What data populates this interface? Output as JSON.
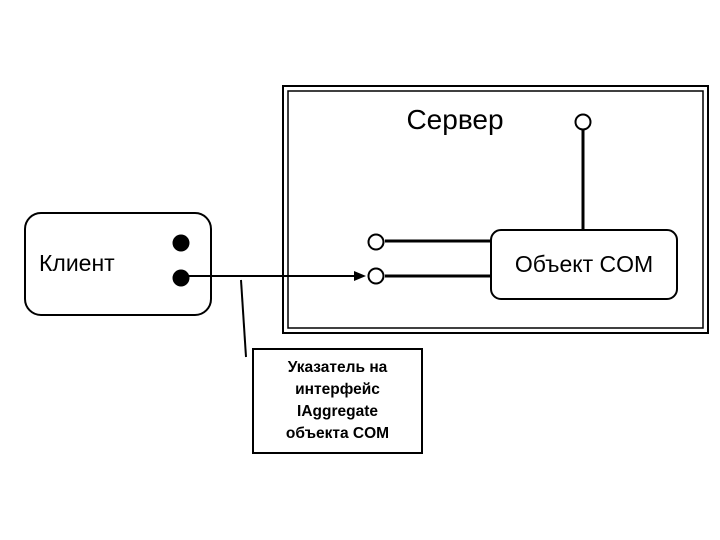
{
  "server": {
    "title": "Сервер"
  },
  "client": {
    "label": "Клиент"
  },
  "com_object": {
    "label": "Объект COM"
  },
  "pointer_note": {
    "lines": [
      "Указатель на",
      "интерфейс",
      "IAggregate",
      "объекта COM"
    ]
  },
  "colors": {
    "stroke": "#000000",
    "background": "#ffffff"
  }
}
